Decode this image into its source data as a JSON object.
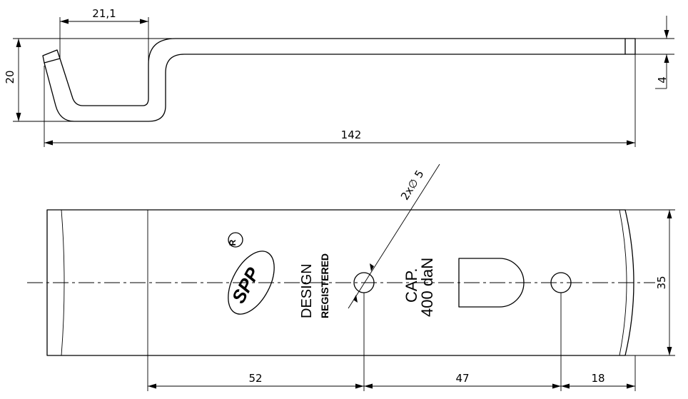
{
  "side_view": {
    "dim_hook_width": "21,1",
    "dim_height": "20",
    "dim_thickness": "4",
    "dim_length": "142"
  },
  "plan_view": {
    "dim_holes": "2x∅ 5",
    "dim_width": "35",
    "dim_seg1": "52",
    "dim_seg2": "47",
    "dim_seg3": "18",
    "logo_text": "SPP",
    "registered_mark": "R",
    "design_line1": "DESIGN",
    "design_line2": "REGISTERED",
    "cap_line1": "CAP.",
    "cap_line2": "400 daN"
  }
}
